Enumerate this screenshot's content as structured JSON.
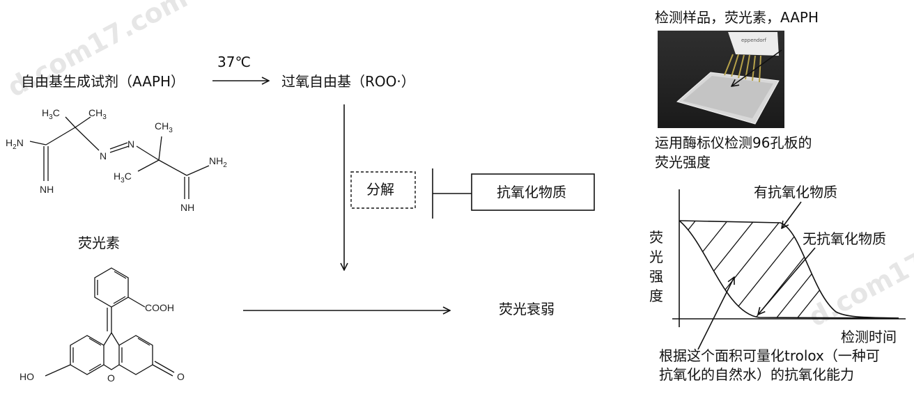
{
  "watermark": "d.com17.com",
  "reaction": {
    "aaph_label": "自由基生成试剂（AAPH）",
    "temperature": "37℃",
    "radical_label": "过氧自由基（ROO·）",
    "decompose_label": "分解",
    "antioxidant_box": "抗氧化物质",
    "fluorescein_label": "荧光素",
    "fluorescence_decay": "荧光衰弱"
  },
  "aaph_structure": {
    "h3c_1": "H",
    "h3c_1_sub": "3",
    "h3c_1_c": "C",
    "ch3_1": "CH",
    "ch3_1_sub": "3",
    "ch3_2": "CH",
    "ch3_2_sub": "3",
    "h3c_2": "H",
    "h3c_2_sub": "3",
    "h3c_2_c": "C",
    "h2n": "H",
    "h2n_sub": "2",
    "h2n_n": "N",
    "nh2": "NH",
    "nh2_sub": "2",
    "nh_1": "NH",
    "nh_2": "NH",
    "n_1": "N",
    "n_2": "N"
  },
  "fluorescein_structure": {
    "cooh": "COOH",
    "ho": "HO",
    "o_ring": "O",
    "o_ketone": "O"
  },
  "photo": {
    "caption_top": "检测样品，荧光素，AAPH",
    "brand_text": "eppendorf",
    "caption_bottom_line1": "运用酶标仪检测96孔板的",
    "caption_bottom_line2": "荧光强度"
  },
  "graph": {
    "ylabel_chars": [
      "荧",
      "光",
      "强",
      "度"
    ],
    "xlabel": "检测时间",
    "with_antioxidant": "有抗氧化物质",
    "without_antioxidant": "无抗氧化物质",
    "note_line1": "根据这个面积可量化trolox（一种可",
    "note_line2": "抗氧化的自然水）的抗氧化能力"
  }
}
